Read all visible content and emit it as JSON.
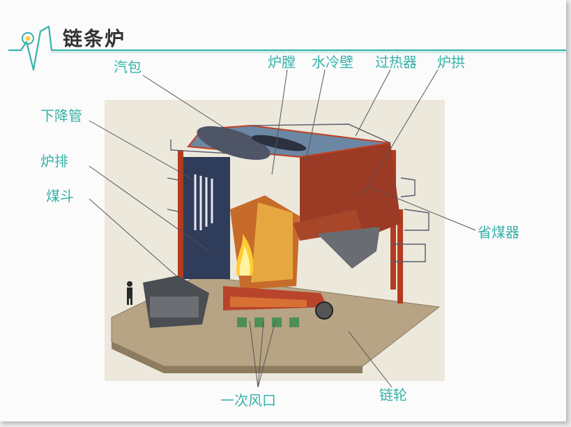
{
  "title": "链条炉",
  "labels": {
    "qibao": "汽包",
    "xiajiangguan": "下降管",
    "lupai": "炉排",
    "meidou": "煤斗",
    "lutang": "炉膛",
    "shuilengbi": "水冷壁",
    "guoreqi": "过热器",
    "lugong": "炉拱",
    "shengmeiqi": "省煤器",
    "yicifengkou": "一次风口",
    "lianlun": "链轮"
  },
  "colors": {
    "accent": "#35b3a8",
    "title": "#333333",
    "leader": "#555555"
  }
}
